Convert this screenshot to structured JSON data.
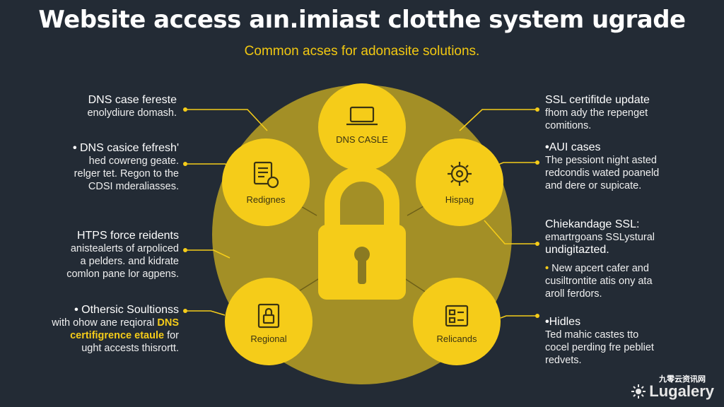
{
  "title": "Website access aın.imiast clotthe system ugrade",
  "subtitle": "Common acses for adonasite solutions.",
  "colors": {
    "background": "#232b35",
    "accent": "#f5cc19",
    "plate": "#a38f26",
    "text": "#ffffff"
  },
  "center_icon": "padlock-icon",
  "nodes": [
    {
      "id": "dns-casle",
      "label": "DNS CASLE",
      "icon": "laptop-icon"
    },
    {
      "id": "redignes",
      "label": "Redignes",
      "icon": "document-icon"
    },
    {
      "id": "hispag",
      "label": "Hispag",
      "icon": "gear-icon"
    },
    {
      "id": "regional",
      "label": "Regional",
      "icon": "lock-document-icon"
    },
    {
      "id": "relicands",
      "label": "Relicands",
      "icon": "checklist-icon"
    }
  ],
  "left_notes": [
    {
      "lines": [
        "DNS case fereste",
        "enolydiure domash."
      ]
    },
    {
      "lines": [
        "DNS casice fefresh'",
        "hed cowreng geate.",
        "relger tet. Regon to the",
        "CDSI mderaliasses."
      ],
      "bullet": "•"
    },
    {
      "lines": [
        "HTPS force reidents",
        "anistealerts of arpoliced",
        "a pelders. and kidrate",
        "comlon pane lor agpens."
      ]
    },
    {
      "lines": [
        "Othersic Soultionss",
        "with ohow ane reqioral",
        "certifigrence etaule",
        "ught accests thisrortt."
      ],
      "bullet": "•",
      "hl_a": "DNS",
      "after_b": " for"
    }
  ],
  "right_notes": [
    {
      "lines": [
        "SSL certifitde update",
        "fhom ady the repenget",
        "comitions."
      ]
    },
    {
      "lines": [
        "AUI cases",
        "The pessiont night asted",
        "redcondis wated poaneld",
        "and dere or supicate."
      ],
      "bullet": "•"
    },
    {
      "lines": [
        "Chiekandage SSL:",
        "emartrgoans SSLystural",
        "undigitazted."
      ]
    },
    {
      "lines": [
        "New apcert cafer and",
        "cusiltrontite atis ony ata",
        "aroll ferdors."
      ],
      "bullet": "•"
    },
    {
      "lines": [
        "Hidles",
        "Ted mahic castes tto",
        "cocel perding fre pebliet",
        "redvets."
      ],
      "bullet": "•"
    }
  ],
  "watermark": {
    "cn": "九零云资讯网",
    "brand": "Lugalery",
    "icon": "sun-icon"
  }
}
